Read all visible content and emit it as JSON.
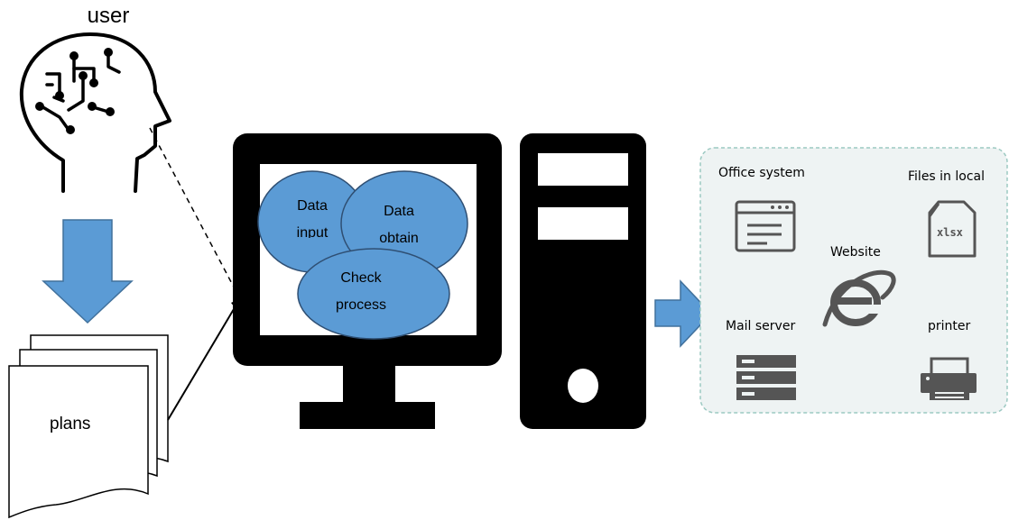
{
  "user": {
    "label": "user",
    "icon": "head-circuit-icon"
  },
  "plans": {
    "label": "plans",
    "icon": "document-stack-icon"
  },
  "computer": {
    "monitor_icon": "monitor-icon",
    "tower_icon": "pc-tower-icon",
    "processes": [
      {
        "line1": "Data",
        "line2": "input"
      },
      {
        "line1": "Data",
        "line2": "obtain"
      },
      {
        "line1": "Check",
        "line2": "process"
      }
    ]
  },
  "systems": {
    "office": "Office system",
    "files": "Files in local",
    "files_badge": "xlsx",
    "website": "Website",
    "mail": "Mail server",
    "printer": "printer"
  },
  "colors": {
    "arrow_fill": "#5b9bd5",
    "ellipse_fill": "#5b9bd5",
    "ellipse_stroke": "#2f4f73",
    "panel_bg": "#eef3f3",
    "panel_border": "#9cc9c2",
    "icon": "#555555"
  }
}
